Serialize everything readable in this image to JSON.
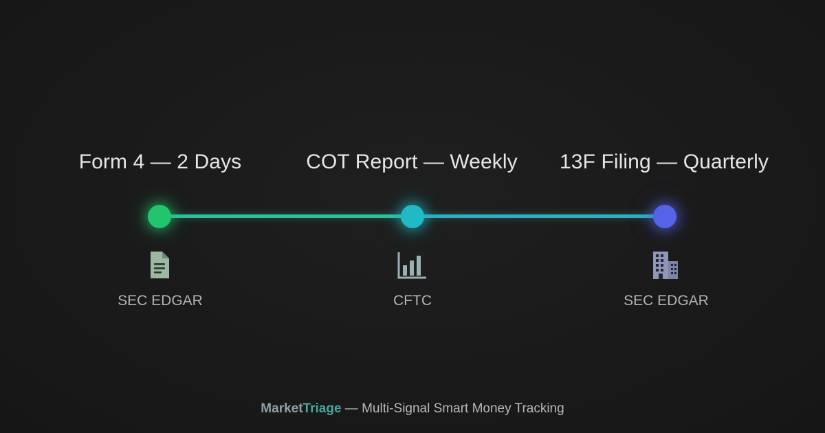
{
  "stages": [
    {
      "title": "Form 4 — 2 Days",
      "source": "SEC EDGAR",
      "icon": "document-icon",
      "color": "#22c46e"
    },
    {
      "title": "COT Report — Weekly",
      "source": "CFTC",
      "icon": "bar-chart-icon",
      "color": "#20b9c6"
    },
    {
      "title": "13F Filing — Quarterly",
      "source": "SEC EDGAR",
      "icon": "building-icon",
      "color": "#5463e8"
    }
  ],
  "connector_colors": [
    "#2ec097",
    "#2faec1"
  ],
  "footer": {
    "brand_part1": "Market",
    "brand_part2": "Triage",
    "tagline": " — Multi-Signal Smart Money Tracking"
  }
}
